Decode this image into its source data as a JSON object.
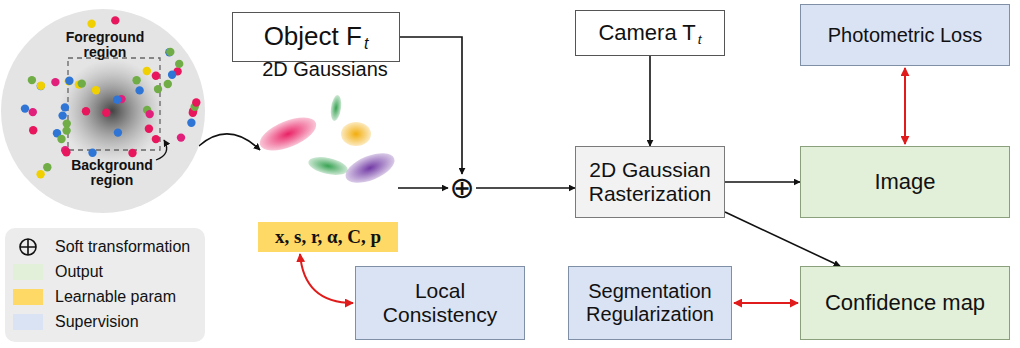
{
  "diagram": {
    "nodes": [
      {
        "text": [
          "Foreground region",
          "Background region"
        ]
      },
      {
        "text": [
          "Object F",
          "t"
        ]
      },
      {
        "text": [
          "2D Gaussians"
        ]
      },
      {
        "text": [
          "x, s, r, α, C, p"
        ]
      },
      {
        "text": [
          "⊕"
        ]
      },
      {
        "text": [
          "Camera T",
          "t"
        ]
      },
      {
        "text": [
          "Photometric Loss"
        ]
      },
      {
        "text": [
          "2D Gaussian Rasterization"
        ]
      },
      {
        "text": [
          "Image"
        ]
      },
      {
        "text": [
          "Local Consistency"
        ]
      },
      {
        "text": [
          "Segmentation Regularization"
        ]
      },
      {
        "text": [
          "Confidence map"
        ]
      }
    ],
    "edges": [
      {
        "from": 0,
        "to": 2,
        "arrow": "to"
      },
      {
        "from": 1,
        "to": 4,
        "arrow": "to"
      },
      {
        "from": 2,
        "to": 4,
        "arrow": "to"
      },
      {
        "from": 4,
        "to": 7,
        "arrow": "to"
      },
      {
        "from": 5,
        "to": 7,
        "arrow": "to"
      },
      {
        "from": 7,
        "to": 8,
        "arrow": "to"
      },
      {
        "from": 7,
        "to": 11,
        "arrow": "to"
      },
      {
        "from": 6,
        "to": 8,
        "arrow": "both"
      },
      {
        "from": 10,
        "to": 11,
        "arrow": "both"
      },
      {
        "from": 3,
        "to": 9,
        "arrow": "both"
      }
    ],
    "legend": [
      {
        "text": "Soft transformation"
      },
      {
        "text": "Output",
        "color": "#e2f0d9"
      },
      {
        "text": "Learnable param",
        "color": "#ffd966"
      },
      {
        "text": "Supervision",
        "color": "#dae3f3"
      }
    ]
  }
}
